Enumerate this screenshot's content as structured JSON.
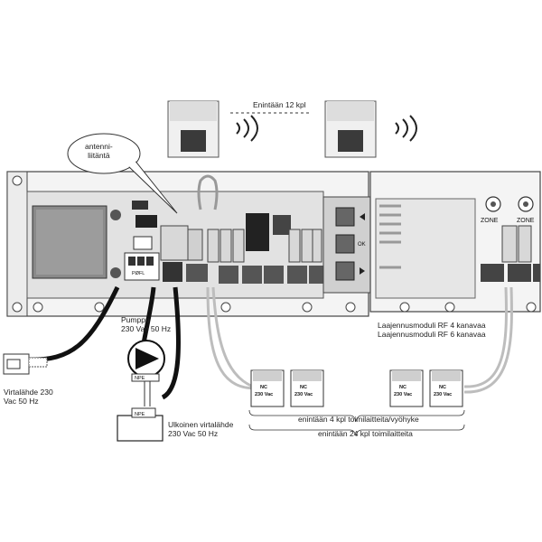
{
  "labels": {
    "max_sensors": "Enintään 12 kpl",
    "antenna": "antenni-\nliitäntä",
    "pump": "Pumppu\n230 Vac 50 Hz",
    "power_supply": "Virtalähde 230\nVac 50 Hz",
    "external_power": "Ulkoinen virtalähde\n230 Vac 50 Hz",
    "expansion": "Laajennusmoduli RF 4 kanavaa\nLaajennusmoduli RF 6 kanavaa",
    "max_per_zone": "enintään 4 kpl toimilaitteita/vyöhyke",
    "max_total": "enintään 24 kpl toimilaitteita",
    "zone": "ZONE",
    "actuator_nc": "NC",
    "actuator_voltage": "230 Vac",
    "ok": "OK",
    "pump_term": "PØFL",
    "pump_symbol_label": "NPE"
  },
  "colors": {
    "board_fill": "#e8e8e8",
    "outline": "#333333",
    "cable_dark": "#111111",
    "cable_light": "#cfcfcf"
  }
}
